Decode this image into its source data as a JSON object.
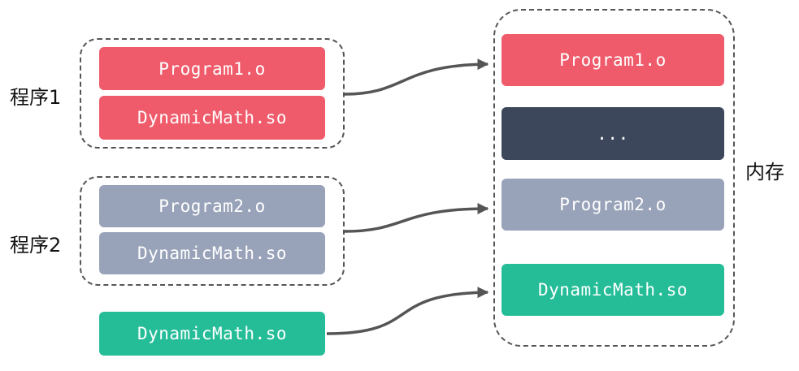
{
  "colors": {
    "red": "#ef5b6b",
    "gray": "#98a2b8",
    "navy": "#3c475c",
    "teal": "#25bd98",
    "arrow": "#555555",
    "frame": "#555555"
  },
  "program1": {
    "label": "程序1",
    "blocks": [
      "Program1.o",
      "DynamicMath.so"
    ]
  },
  "program2": {
    "label": "程序2",
    "blocks": [
      "Program2.o",
      "DynamicMath.so"
    ]
  },
  "shared_lib": {
    "block": "DynamicMath.so"
  },
  "memory": {
    "label": "内存",
    "blocks": [
      "Program1.o",
      "...",
      "Program2.o",
      "DynamicMath.so"
    ]
  }
}
